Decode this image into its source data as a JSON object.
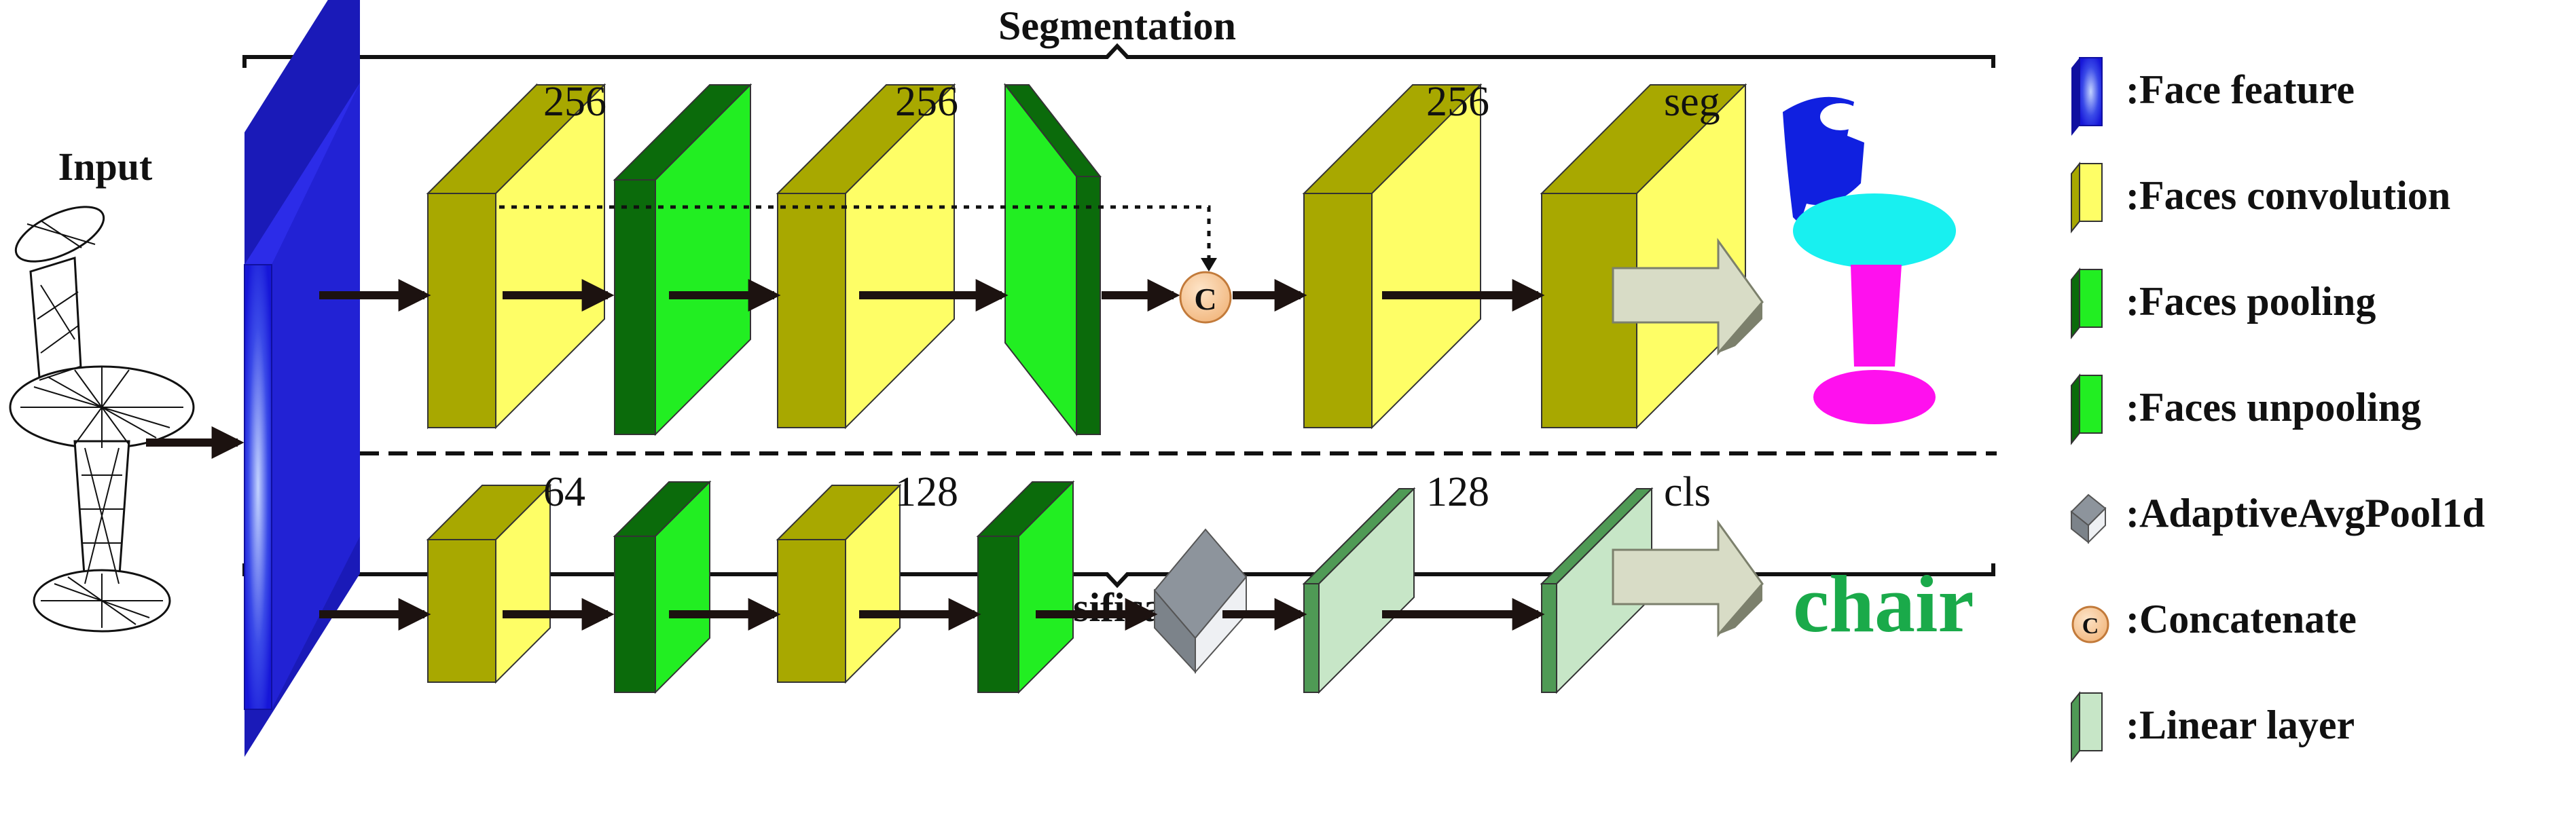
{
  "titles": {
    "segmentation": "Segmentation",
    "classification": "Classification",
    "input": "Input"
  },
  "seg_branch": {
    "labels": [
      "256",
      "256",
      "256",
      "seg"
    ]
  },
  "cls_branch": {
    "labels": [
      "64",
      "128",
      "128",
      "cls"
    ],
    "prediction": "chair"
  },
  "concat_symbol": "C",
  "legend": [
    {
      "icon": "face-feature-icon",
      "label": ":Face feature"
    },
    {
      "icon": "faces-convolution-icon",
      "label": ":Faces convolution"
    },
    {
      "icon": "faces-pooling-icon",
      "label": ":Faces pooling"
    },
    {
      "icon": "faces-unpooling-icon",
      "label": ":Faces unpooling"
    },
    {
      "icon": "adaptive-avg-pool-icon",
      "label": ":AdaptiveAvgPool1d"
    },
    {
      "icon": "concatenate-icon",
      "label": ":Concatenate"
    },
    {
      "icon": "linear-layer-icon",
      "label": ":Linear layer"
    }
  ],
  "colors": {
    "face_feature": "#2a2adf",
    "conv_front": "#fefe66",
    "conv_side": "#a8a800",
    "pool_front": "#22ee22",
    "pool_side": "#0b6b0b",
    "linear_front": "#c7e6c7",
    "linear_side": "#4f9a55",
    "avgpool_front": "#eef0f3",
    "avgpool_side": "#8d949c",
    "concat_fill": "#f8c896",
    "prediction": "#1aaa4a",
    "seg_top": "#1020e0",
    "seg_mid": "#18f0f0",
    "seg_base": "#ff10ee"
  }
}
